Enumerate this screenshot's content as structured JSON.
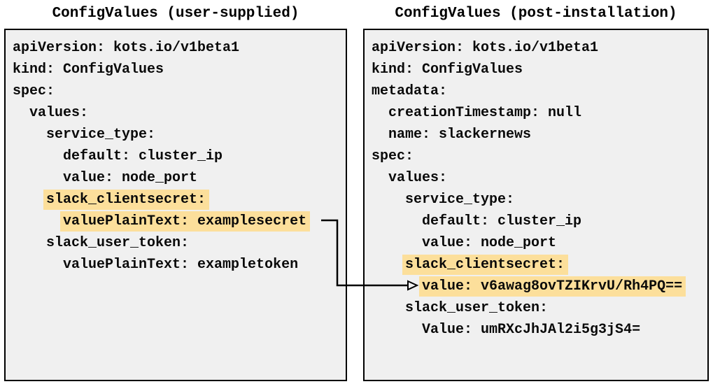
{
  "diagram": {
    "left_panel": {
      "title": "ConfigValues (user-supplied)",
      "lines": [
        {
          "indent": "",
          "text": "apiVersion: kots.io/v1beta1",
          "highlighted": false
        },
        {
          "indent": "",
          "text": "kind: ConfigValues",
          "highlighted": false
        },
        {
          "indent": "",
          "text": "spec:",
          "highlighted": false
        },
        {
          "indent": "  ",
          "text": "values:",
          "highlighted": false
        },
        {
          "indent": "    ",
          "text": "service_type:",
          "highlighted": false
        },
        {
          "indent": "      ",
          "text": "default: cluster_ip",
          "highlighted": false
        },
        {
          "indent": "      ",
          "text": "value: node_port",
          "highlighted": false
        },
        {
          "indent": "    ",
          "text": "slack_clientsecret:",
          "highlighted": true
        },
        {
          "indent": "      ",
          "text": "valuePlainText: examplesecret",
          "highlighted": true
        },
        {
          "indent": "    ",
          "text": "slack_user_token:",
          "highlighted": false
        },
        {
          "indent": "      ",
          "text": "valuePlainText: exampletoken",
          "highlighted": false
        }
      ]
    },
    "right_panel": {
      "title": "ConfigValues (post-installation)",
      "lines": [
        {
          "indent": "",
          "text": "apiVersion: kots.io/v1beta1",
          "highlighted": false
        },
        {
          "indent": "",
          "text": "kind: ConfigValues",
          "highlighted": false
        },
        {
          "indent": "",
          "text": "metadata:",
          "highlighted": false
        },
        {
          "indent": "  ",
          "text": "creationTimestamp: null",
          "highlighted": false
        },
        {
          "indent": "  ",
          "text": "name: slackernews",
          "highlighted": false
        },
        {
          "indent": "",
          "text": "spec:",
          "highlighted": false
        },
        {
          "indent": "  ",
          "text": "values:",
          "highlighted": false
        },
        {
          "indent": "    ",
          "text": "service_type:",
          "highlighted": false
        },
        {
          "indent": "      ",
          "text": "default: cluster_ip",
          "highlighted": false
        },
        {
          "indent": "      ",
          "text": "value: node_port",
          "highlighted": false
        },
        {
          "indent": "    ",
          "text": "slack_clientsecret:",
          "highlighted": true
        },
        {
          "indent": "      ",
          "text": "value: v6awag8ovTZIKrvU/Rh4PQ==",
          "highlighted": true
        },
        {
          "indent": "    ",
          "text": "slack_user_token:",
          "highlighted": false
        },
        {
          "indent": "      ",
          "text": "Value: umRXcJhJAl2i5g3jS4=",
          "highlighted": false
        }
      ]
    },
    "arrow": {
      "meaning": "plaintext secret transformed to encrypted value",
      "color": "#000000"
    },
    "colors": {
      "highlight": "#fcdf9b",
      "box_background": "#f0f0f0",
      "box_border": "#000000",
      "text": "#0a0a0a"
    }
  }
}
